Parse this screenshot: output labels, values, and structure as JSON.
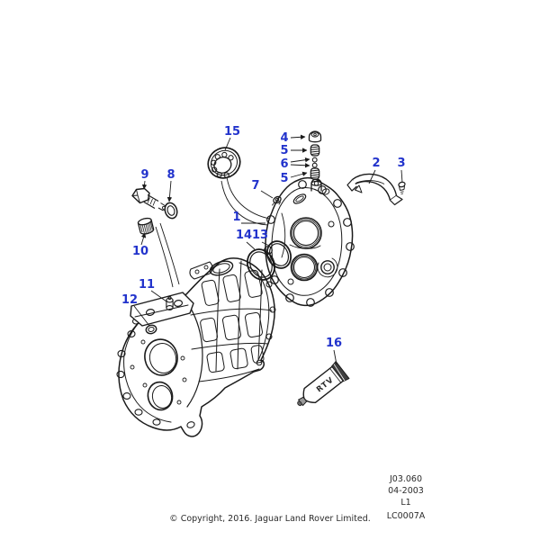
{
  "diagram": {
    "callouts": [
      {
        "label": "15"
      },
      {
        "label": "4"
      },
      {
        "label": "5"
      },
      {
        "label": "6"
      },
      {
        "label": "5"
      },
      {
        "label": "2"
      },
      {
        "label": "3"
      },
      {
        "label": "9"
      },
      {
        "label": "8"
      },
      {
        "label": "7"
      },
      {
        "label": "1"
      },
      {
        "label": "14"
      },
      {
        "label": "13"
      },
      {
        "label": "10"
      },
      {
        "label": "11"
      },
      {
        "label": "12"
      },
      {
        "label": "16"
      }
    ],
    "tube_label": "RTV"
  },
  "footer": {
    "ref_block": [
      "J03.060",
      "04-2003",
      "L1",
      "LC0007A"
    ],
    "copyright": "© Copyright, 2016. Jaguar Land Rover Limited."
  },
  "colors": {
    "background": "#ffffff",
    "line": "#1a1a1a",
    "callout_blue": "#2233cc",
    "crimp_dark": "#3f3f3f",
    "nozzle_gray": "#9a9a9a"
  }
}
